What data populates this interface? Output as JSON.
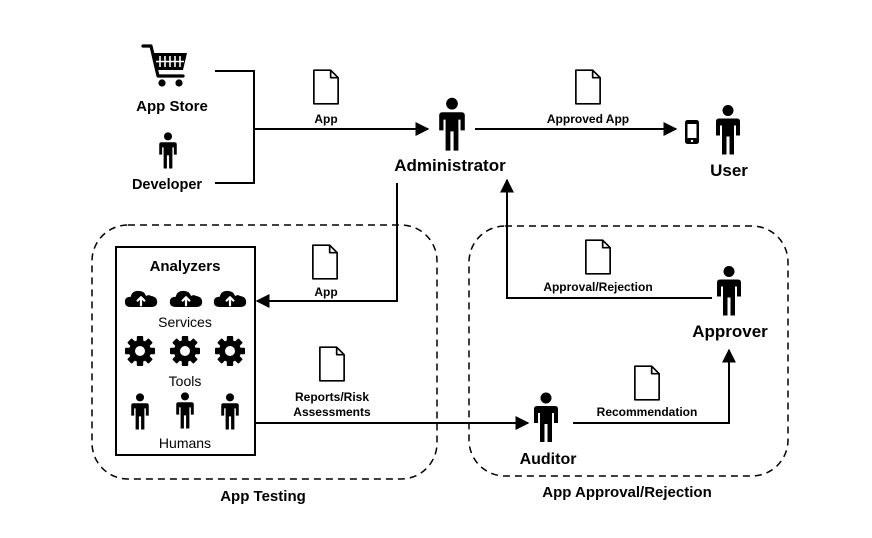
{
  "actors": {
    "app_store": "App Store",
    "developer": "Developer",
    "administrator": "Administrator",
    "user": "User",
    "approver": "Approver",
    "auditor": "Auditor"
  },
  "flows": {
    "app_to_admin": "App",
    "approved_app": "Approved App",
    "app_to_analyzers": "App",
    "approval_rejection": "Approval/Rejection",
    "reports_line1": "Reports/Risk",
    "reports_line2": "Assessments",
    "recommendation": "Recommendation"
  },
  "analyzers": {
    "title": "Analyzers",
    "services": "Services",
    "tools": "Tools",
    "humans": "Humans"
  },
  "groups": {
    "app_testing": "App Testing",
    "app_approval": "App Approval/Rejection"
  },
  "icons": {
    "store": "shopping-cart-icon",
    "person": "person-icon",
    "document": "document-icon",
    "phone": "smartphone-icon",
    "cloud": "cloud-upload-icon",
    "gear": "gear-icon"
  }
}
